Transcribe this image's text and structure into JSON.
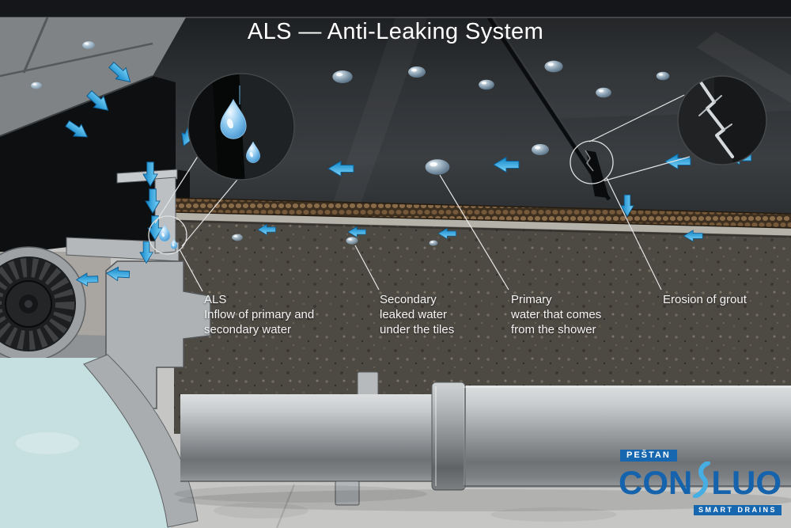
{
  "title": "ALS — Anti-Leaking System",
  "callouts": {
    "als": {
      "lines": [
        "ALS",
        "Inflow of primary and",
        "secondary water"
      ]
    },
    "secondary": {
      "lines": [
        "Secondary",
        "leaked water",
        "under the tiles"
      ]
    },
    "primary": {
      "lines": [
        "Primary",
        "water that comes",
        "from the shower"
      ]
    },
    "erosion": {
      "lines": [
        "Erosion of grout"
      ]
    }
  },
  "logo": {
    "brand": "PEŠTAN",
    "name_left": "CON",
    "name_right": "LUO",
    "tagline": "SMART DRAINS"
  },
  "icons": {
    "magnifier_left": "water-drops-detail-icon",
    "magnifier_right": "grout-crack-detail-icon",
    "logo_swoosh": "confluo-swoosh-icon"
  },
  "colors": {
    "arrow_blue": "#1b8fd4",
    "logo_blue": "#1563ac",
    "logo_swoosh_blue": "#47aee3",
    "water_blue": "#c6dfe0",
    "title_white": "#ffffff"
  }
}
